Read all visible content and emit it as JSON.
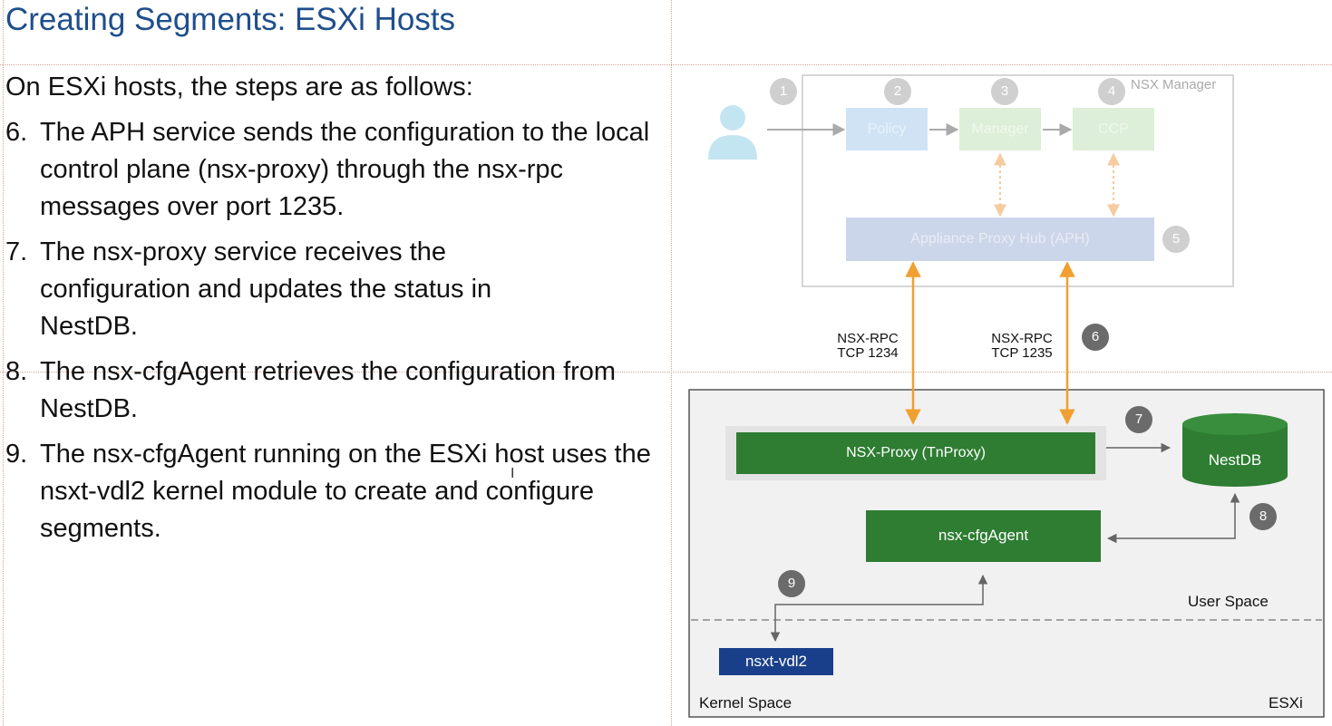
{
  "title": "Creating Segments: ESXi Hosts",
  "intro": "On ESXi hosts, the steps are as follows:",
  "steps": [
    {
      "num": "6.",
      "text": "The APH service sends the configuration to the local control plane (nsx-proxy) through the nsx-rpc messages over port 1235."
    },
    {
      "num": "7.",
      "text": "The nsx-proxy service receives the configuration and updates the status in NestDB."
    },
    {
      "num": "8.",
      "text": "The nsx-cfgAgent retrieves the configuration from NestDB."
    },
    {
      "num": "9.",
      "text": "The nsx-cfgAgent running on the ESXi host uses the nsxt-vdl2 kernel module to create and configure segments."
    }
  ],
  "diagram": {
    "nsx_manager_label": "NSX Manager",
    "policy": "Policy",
    "manager": "Manager",
    "ccp": "CCP",
    "aph": "Appliance Proxy Hub (APH)",
    "rpc_left": {
      "line1": "NSX-RPC",
      "line2": "TCP 1234"
    },
    "rpc_right": {
      "line1": "NSX-RPC",
      "line2": "TCP 1235"
    },
    "nsx_proxy": "NSX-Proxy (TnProxy)",
    "nestdb": "NestDB",
    "cfg_agent": "nsx-cfgAgent",
    "vdl2": "nsxt-vdl2",
    "user_space": "User Space",
    "kernel_space": "Kernel Space",
    "esxi": "ESXi",
    "badges": {
      "b1": "1",
      "b2": "2",
      "b3": "3",
      "b4": "4",
      "b5": "5",
      "b6": "6",
      "b7": "7",
      "b8": "8",
      "b9": "9"
    },
    "colors": {
      "orange_arrow": "#f0a030",
      "green_box": "#2e7d32",
      "navy_box": "#1a3f8a",
      "faded_blue": "#cfe3f5",
      "faded_green": "#ddefd8",
      "faded_aph": "#ccd6ea"
    }
  }
}
